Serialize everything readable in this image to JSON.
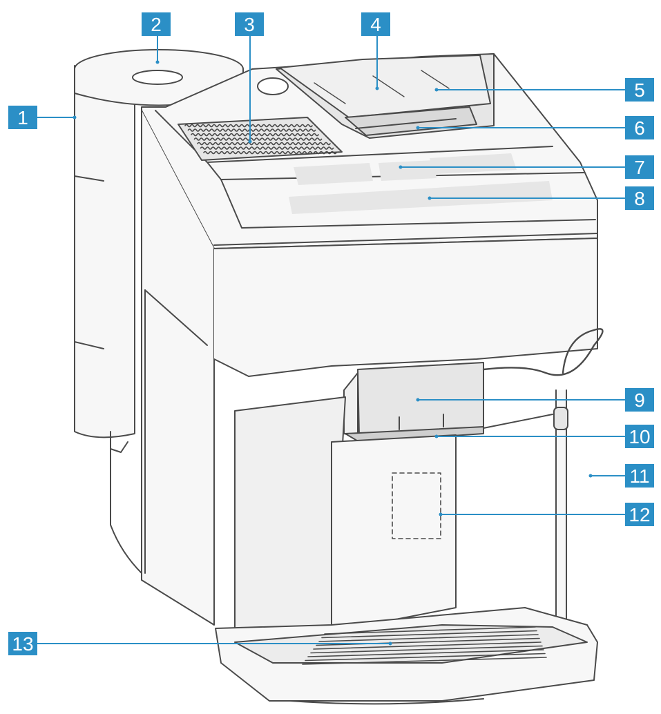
{
  "colors": {
    "accent": "#2b8fc6",
    "leader": "#2b8fc6",
    "outline": "#4a4a4a",
    "body_fill": "#f7f7f7",
    "panel_fill": "#e6e6e6"
  },
  "callouts": [
    {
      "number": "1"
    },
    {
      "number": "2"
    },
    {
      "number": "3"
    },
    {
      "number": "4"
    },
    {
      "number": "5"
    },
    {
      "number": "6"
    },
    {
      "number": "7"
    },
    {
      "number": "8"
    },
    {
      "number": "9"
    },
    {
      "number": "10"
    },
    {
      "number": "11"
    },
    {
      "number": "12"
    },
    {
      "number": "13"
    }
  ]
}
